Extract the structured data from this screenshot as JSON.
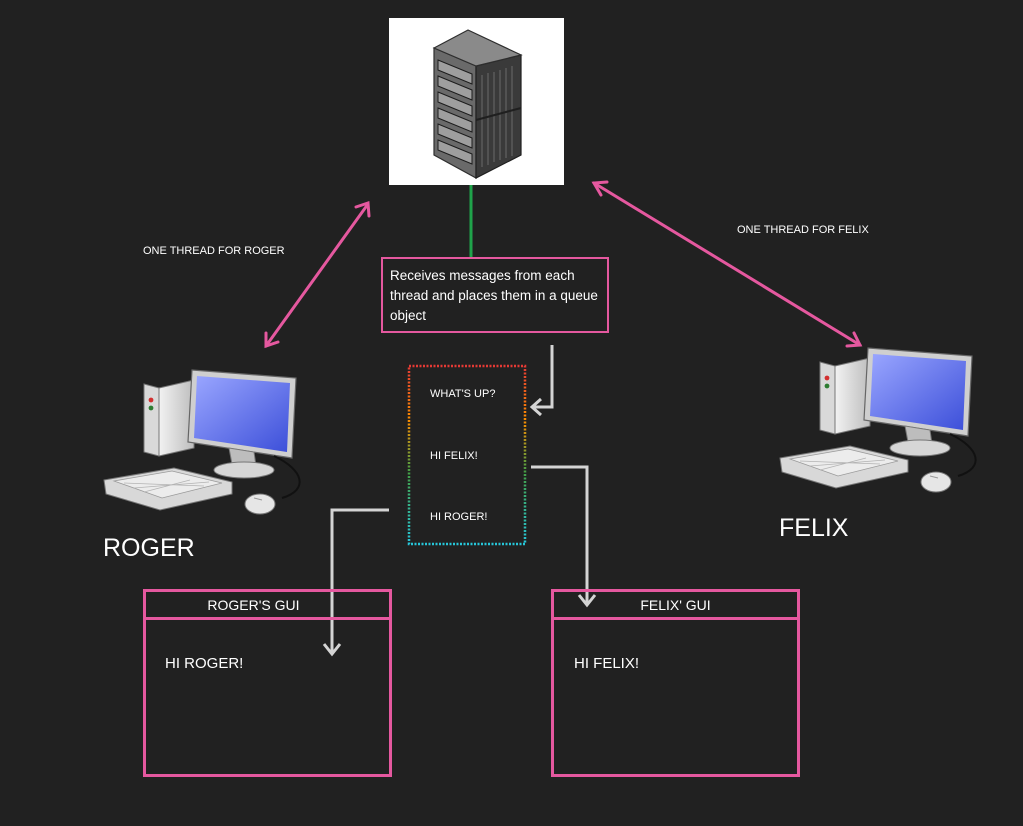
{
  "server": {
    "icon": "server-rack-icon"
  },
  "threads": {
    "roger_label": "ONE THREAD FOR ROGER",
    "felix_label": "ONE THREAD FOR FELIX"
  },
  "receiver_note": "Receives messages from each thread and places them in a queue object",
  "queue": {
    "messages": [
      "WHAT'S UP?",
      "HI FELIX!",
      "HI ROGER!"
    ]
  },
  "clients": {
    "roger": {
      "name": "ROGER",
      "icon": "desktop-computer-icon"
    },
    "felix": {
      "name": "FELIX",
      "icon": "desktop-computer-icon"
    }
  },
  "guis": {
    "roger": {
      "title": "ROGER'S GUI",
      "message": "HI ROGER!"
    },
    "felix": {
      "title": "FELIX' GUI",
      "message": "HI FELIX!"
    }
  },
  "colors": {
    "background": "#212121",
    "pink_accent": "#e5589f",
    "green_link": "#1fa34a",
    "gray_arrow": "#d4d4d4"
  }
}
